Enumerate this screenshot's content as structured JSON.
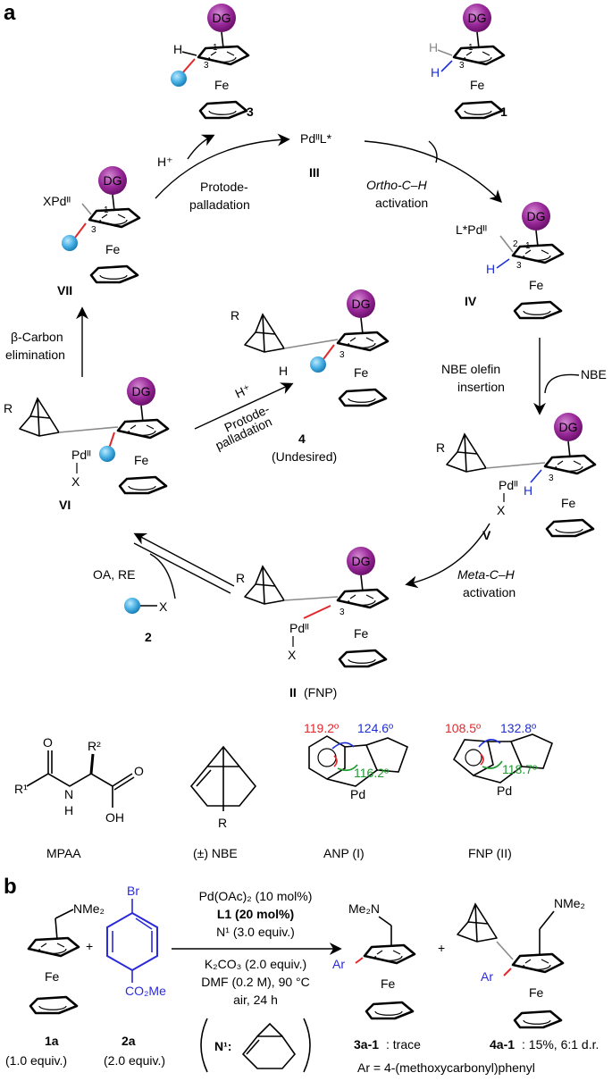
{
  "panel_a": {
    "label": "a",
    "catalyst": "PdᴵᴵL*",
    "catalyst_id": "III",
    "step_ortho_1": "Ortho-C–H",
    "step_ortho_2": "activation",
    "step_nbe_1": "NBE olefin",
    "step_nbe_2": "insertion",
    "reagent_nbe": "NBE",
    "step_meta_1": "Meta-C–H",
    "step_meta_2": "activation",
    "step_oare": "OA, RE",
    "step_beta_1": "β-Carbon",
    "step_beta_2": "elimination",
    "step_proto_1": "Protode-",
    "step_proto_2": "palladation",
    "reagent_h": "H⁺",
    "step_proto_side_1": "Protode-",
    "step_proto_side_2": "palladation",
    "reagent_h2": "H⁺",
    "dg": "DG",
    "fe": "Fe",
    "compounds": {
      "c1": "1",
      "c3": "3",
      "c4": "4",
      "c4_note": "(Undesired)",
      "c2": "2",
      "cIV": "IV",
      "cV": "V",
      "cVI": "VI",
      "cVII": "VII",
      "cII": "II",
      "cII_note": "(FNP)"
    },
    "atoms": {
      "h": "H",
      "pd": "Pd",
      "pd2": "Pdᴵᴵ",
      "xpd": "XPdᴵᴵ",
      "lpd": "L*Pdᴵᴵ",
      "x": "X",
      "r": "R",
      "n1": "1",
      "n2": "2",
      "n3": "3"
    },
    "ligands": {
      "mpaa": "MPAA",
      "nbe": "(±) NBE",
      "anp": "ANP (I)",
      "fnp": "FNP (II)",
      "r1": "R¹",
      "r2": "R²",
      "nh": "N",
      "h_nh": "H",
      "o": "O",
      "oh": "OH",
      "r_nbe": "R"
    },
    "angles": {
      "anp_red": "119.2º",
      "anp_blue": "124.6º",
      "anp_green": "116.2º",
      "fnp_red": "108.5º",
      "fnp_blue": "132.8º",
      "fnp_green": "118.7º"
    }
  },
  "panel_b": {
    "label": "b",
    "plus": "+",
    "nme2": "NMe₂",
    "me2n": "Me₂N",
    "br": "Br",
    "co2me": "CO₂Me",
    "ar": "Ar",
    "fe": "Fe",
    "cond1": "Pd(OAc)₂ (10 mol%)",
    "cond2": "L1 (20 mol%)",
    "cond3": "N¹ (3.0 equiv.)",
    "cond4": "K₂CO₃ (2.0 equiv.)",
    "cond5": "DMF (0.2 M), 90 °C",
    "cond6": "air, 24 h",
    "n1_label": "N¹:",
    "c1a": "1a",
    "c1a_eq": "(1.0 equiv.)",
    "c2a": "2a",
    "c2a_eq": "(2.0 equiv.)",
    "c3a1": "3a-1",
    "c3a1_res": ": trace",
    "c4a1": "4a-1",
    "c4a1_res": ": 15%, 6:1 d.r.",
    "ar_def": "Ar = 4-(methoxycarbonyl)phenyl"
  },
  "colors": {
    "dg": "#8e1f8e",
    "dg_light": "#c66fc6",
    "blue_ball": "#3aa7dc",
    "red_bond": "#e0282c",
    "blue_bond": "#1f2fd6",
    "green": "#1f9a2f",
    "grey": "#8a8a8a",
    "aryl_blue": "#2a2ad8"
  }
}
